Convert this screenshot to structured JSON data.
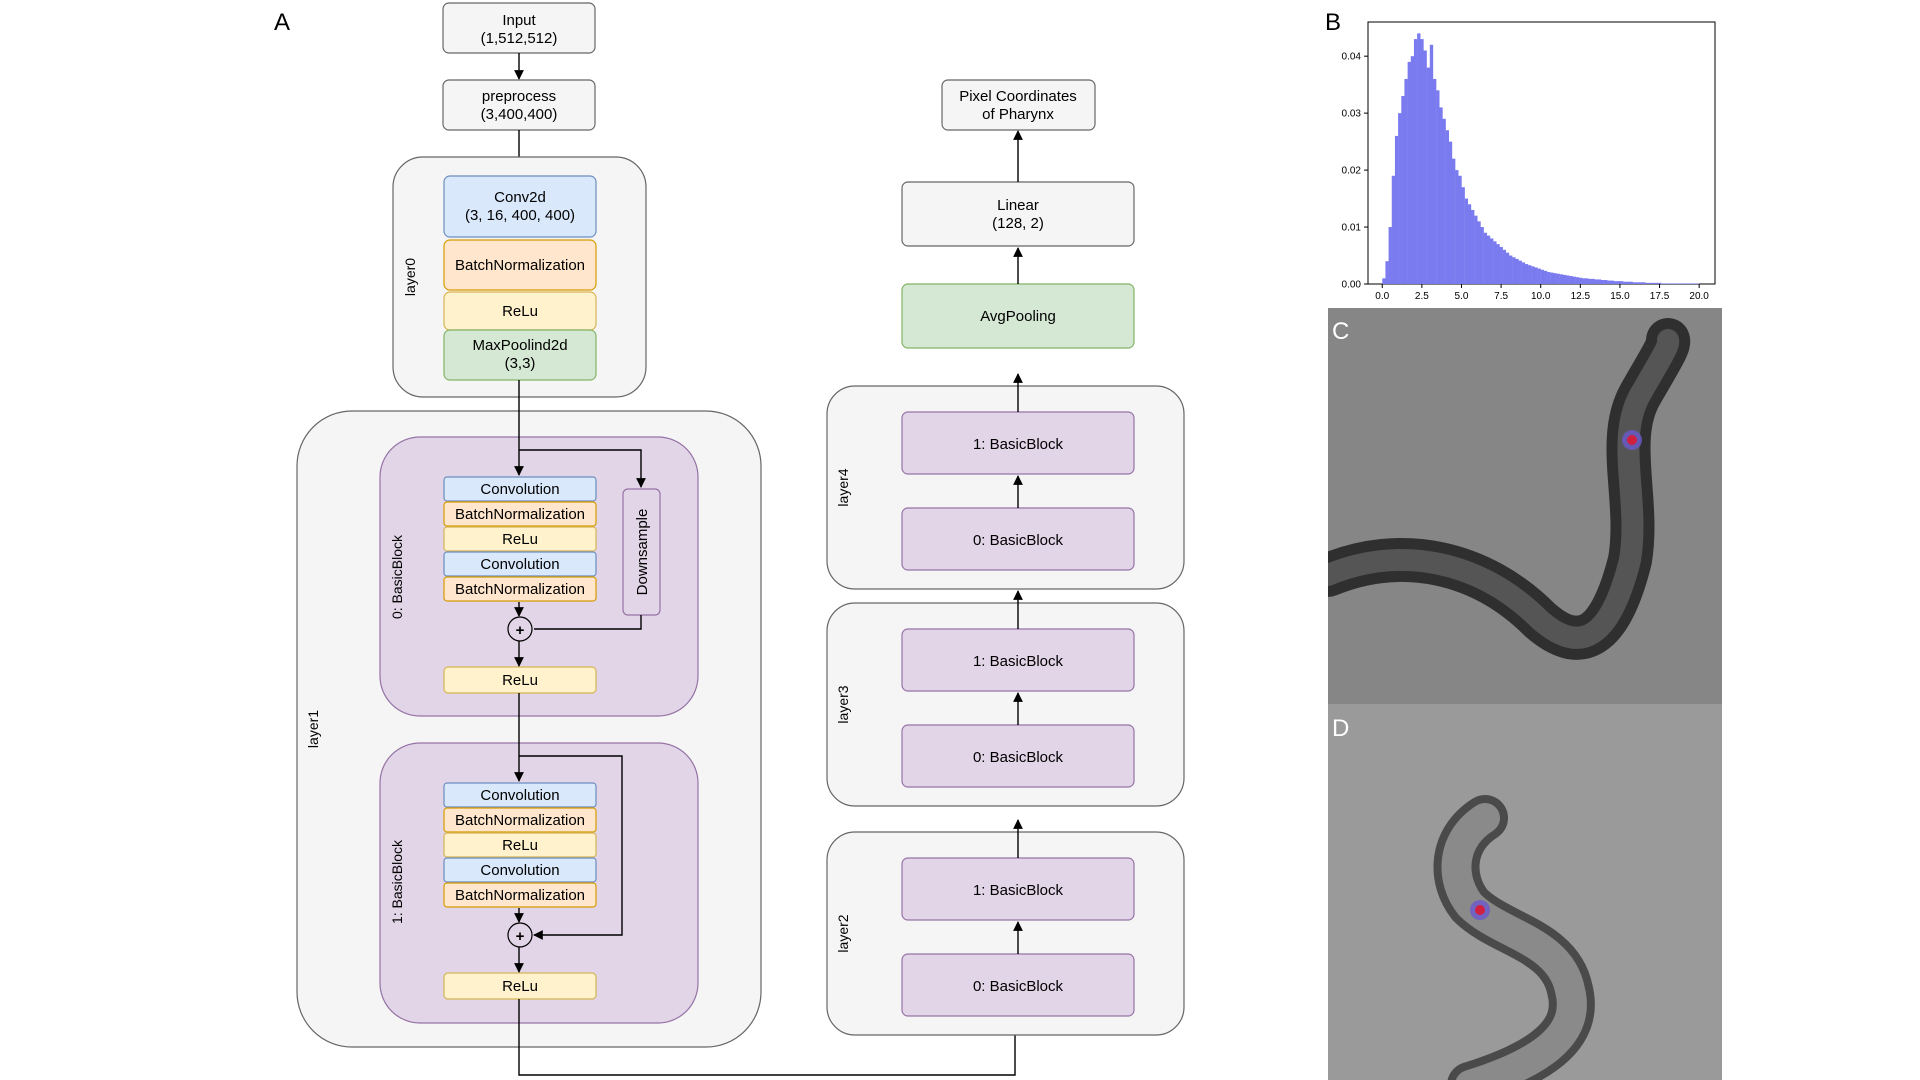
{
  "panels": {
    "A": "A",
    "B": "B",
    "C": "C",
    "D": "D"
  },
  "diagram": {
    "input": {
      "line1": "Input",
      "line2": "(1,512,512)"
    },
    "preprocess": {
      "line1": "preprocess",
      "line2": "(3,400,400)"
    },
    "layer0": {
      "label": "layer0",
      "conv2d": {
        "line1": "Conv2d",
        "line2": "(3, 16, 400, 400)"
      },
      "batchnorm": "BatchNormalization",
      "relu": "ReLu",
      "maxpool": {
        "line1": "MaxPoolind2d",
        "line2": "(3,3)"
      }
    },
    "layer1": {
      "label": "layer1",
      "block0": {
        "label": "0: BasicBlock",
        "ops": [
          "Convolution",
          "BatchNormalization",
          "ReLu",
          "Convolution",
          "BatchNormalization"
        ],
        "downsample": "Downsample",
        "plus": "+",
        "relu": "ReLu"
      },
      "block1": {
        "label": "1: BasicBlock",
        "ops": [
          "Convolution",
          "BatchNormalization",
          "ReLu",
          "Convolution",
          "BatchNormalization"
        ],
        "plus": "+",
        "relu": "ReLu"
      }
    },
    "layer2": {
      "label": "layer2",
      "block0": "0: BasicBlock",
      "block1": "1: BasicBlock"
    },
    "layer3": {
      "label": "layer3",
      "block0": "0: BasicBlock",
      "block1": "1: BasicBlock"
    },
    "layer4": {
      "label": "layer4",
      "block0": "0: BasicBlock",
      "block1": "1: BasicBlock"
    },
    "avgpool": "AvgPooling",
    "linear": {
      "line1": "Linear",
      "line2": "(128, 2)"
    },
    "output": {
      "line1": "Pixel Coordinates",
      "line2": "of Pharynx"
    },
    "colors": {
      "conv": "#dae8fc",
      "conv_border": "#6c8ebf",
      "batchnorm": "#ffe6cc",
      "batchnorm_border": "#d79b00",
      "relu": "#fff2cc",
      "relu_border": "#d6b656",
      "pool": "#d5e8d4",
      "pool_border": "#82b366",
      "block": "#e1d5e7",
      "block_border": "#9673a6",
      "container": "#f5f5f5",
      "container_border": "#666666"
    }
  },
  "chart_data": {
    "type": "bar",
    "title": "",
    "xlabel": "",
    "ylabel": "",
    "xlim": [
      -0.9,
      21
    ],
    "ylim": [
      0,
      0.046
    ],
    "xticks": [
      "0.0",
      "2.5",
      "5.0",
      "7.5",
      "10.0",
      "12.5",
      "15.0",
      "17.5",
      "20.0"
    ],
    "yticks": [
      "0.00",
      "0.01",
      "0.02",
      "0.03",
      "0.04"
    ],
    "bar_color": "#7b7bf0",
    "bin_width": 0.2,
    "x_start": 0.0,
    "values": [
      0.001,
      0.004,
      0.01,
      0.019,
      0.026,
      0.03,
      0.033,
      0.036,
      0.039,
      0.04,
      0.043,
      0.044,
      0.043,
      0.041,
      0.038,
      0.042,
      0.036,
      0.034,
      0.031,
      0.029,
      0.027,
      0.025,
      0.022,
      0.02,
      0.019,
      0.017,
      0.015,
      0.014,
      0.013,
      0.012,
      0.011,
      0.01,
      0.009,
      0.0085,
      0.008,
      0.0075,
      0.007,
      0.0065,
      0.006,
      0.0055,
      0.005,
      0.0047,
      0.0044,
      0.0041,
      0.0038,
      0.0035,
      0.0033,
      0.0031,
      0.0029,
      0.0027,
      0.0025,
      0.0023,
      0.0021,
      0.002,
      0.0019,
      0.0018,
      0.0017,
      0.0016,
      0.0015,
      0.0014,
      0.0013,
      0.0012,
      0.0011,
      0.001,
      0.001,
      0.0009,
      0.0009,
      0.0008,
      0.0008,
      0.0007,
      0.0007,
      0.0006,
      0.0006,
      0.0005,
      0.0005,
      0.0005,
      0.0004,
      0.0004,
      0.0004,
      0.0003,
      0.0003,
      0.0003,
      0.0003,
      0.0002,
      0.0002,
      0.0002,
      0.0002,
      0.0002,
      0.0001,
      0.0001,
      0.0001,
      0.0001,
      0.0001,
      0.0001,
      0.0001,
      0.0001,
      0.0001,
      0.0001,
      0.0001,
      0.0001
    ]
  },
  "images": {
    "C": {
      "description_icon": "worm-microscopy-image",
      "marker_color": "#d02040"
    },
    "D": {
      "description_icon": "worm-microscopy-image",
      "marker_color": "#d02040"
    }
  }
}
